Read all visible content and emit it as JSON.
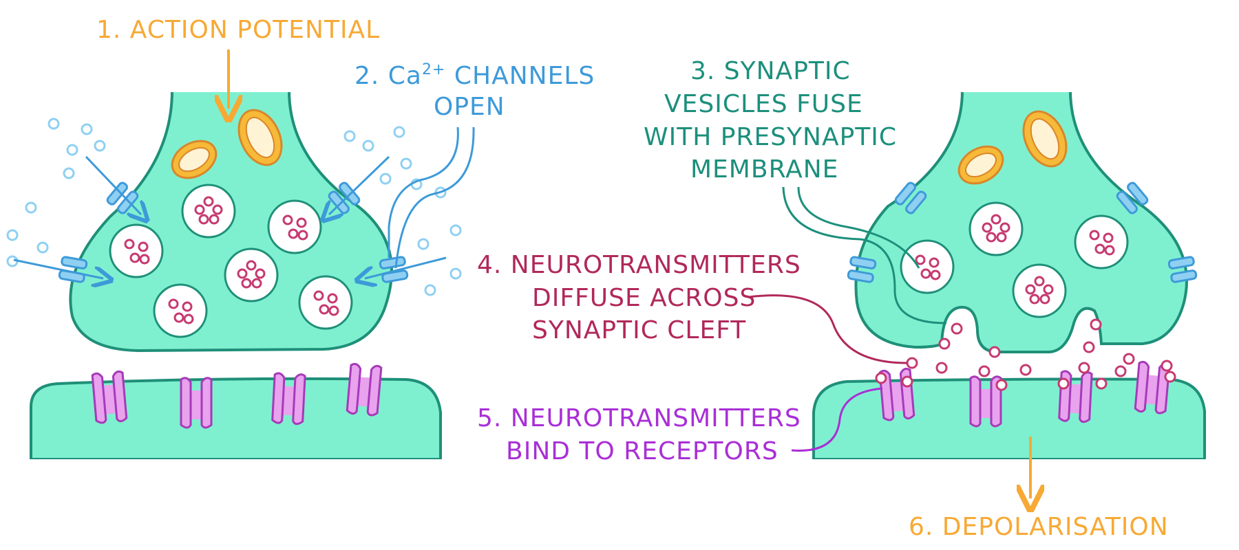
{
  "labels": {
    "step1": "1. ACTION POTENTIAL",
    "step2_line1": "2. Ca",
    "step2_sup": "2+",
    "step2_line1_rest": " CHANNELS",
    "step2_line2": "OPEN",
    "step3_line1": "3. SYNAPTIC",
    "step3_line2": "VESICLES FUSE",
    "step3_line3": "WITH PRESYNAPTIC",
    "step3_line4": "MEMBRANE",
    "step4_line1": "4. NEUROTRANSMITTERS",
    "step4_line2": "DIFFUSE ACROSS",
    "step4_line3": "SYNAPTIC CLEFT",
    "step5_line1": "5. NEUROTRANSMITTERS",
    "step5_line2": "BIND TO RECEPTORS",
    "step6": "6. DEPOLARISATION"
  },
  "colors": {
    "cell_fill": "#7ff0cf",
    "cell_stroke": "#1f8f79",
    "step1": "#f7a934",
    "step2": "#3d9ad9",
    "step3": "#1c8f7c",
    "step4": "#b1285a",
    "step5": "#a92fd6",
    "step6": "#f7a934",
    "vesicle_dot": "#c63a70",
    "receptor": "#e9a2ee",
    "receptor_stroke": "#a63ab8",
    "mito_fill": "#f6b938",
    "mito_stroke": "#d9862a",
    "calcium": "#8fd0f2"
  },
  "icons": {
    "mitochondrion": "mitochondrion-icon",
    "vesicle": "synaptic-vesicle-icon",
    "receptor": "receptor-icon",
    "channel": "calcium-channel-icon",
    "ion": "calcium-ion-icon",
    "neurotransmitter": "neurotransmitter-icon"
  }
}
